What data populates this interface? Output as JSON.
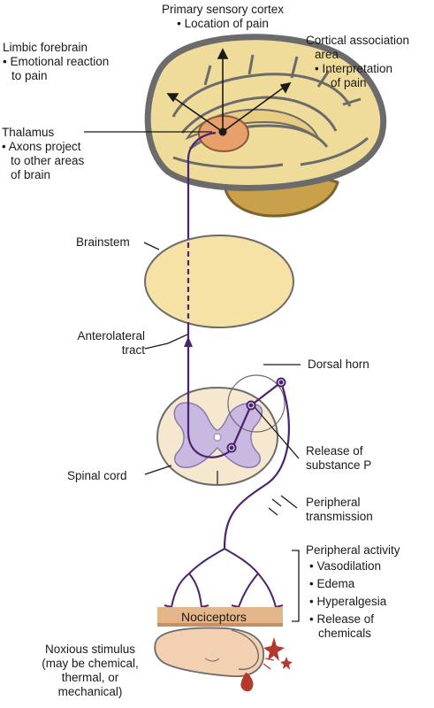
{
  "labels": {
    "primary_sensory": {
      "title": "Primary sensory cortex",
      "bullet": "• Location of pain"
    },
    "limbic": {
      "title": "Limbic forebrain",
      "bullet1": "• Emotional reaction",
      "bullet2": "to pain"
    },
    "cortical": {
      "title1": "Cortical association",
      "title2": "area",
      "bullet1": "• Interpretation",
      "bullet2": "of pain"
    },
    "thalamus": {
      "title": "Thalamus",
      "bullet1": "• Axons project",
      "bullet2": "to other areas",
      "bullet3": "of brain"
    },
    "brainstem": "Brainstem",
    "anterolateral": {
      "line1": "Anterolateral",
      "line2": "tract"
    },
    "dorsal_horn": "Dorsal horn",
    "substance_p": {
      "line1": "Release of",
      "line2": "substance P"
    },
    "spinal_cord": "Spinal cord",
    "peripheral_transmission": {
      "line1": "Peripheral",
      "line2": "transmission"
    },
    "peripheral_activity": {
      "title": "Peripheral activity",
      "items": [
        "• Vasodilation",
        "• Edema",
        "• Hyperalgesia",
        "• Release of",
        "chemicals"
      ]
    },
    "nociceptors": "Nociceptors",
    "noxious": {
      "line1": "Noxious stimulus",
      "line2": "(may be chemical,",
      "line3": "thermal, or",
      "line4": "mechanical)"
    }
  },
  "colors": {
    "brain_fill": "#efdb9a",
    "brain_outline": "#6b6b6b",
    "cerebellum": "#c9a14a",
    "thalamus": "#e7a06b",
    "nerve": "#4a2372",
    "gray_matter": "#c9b8e0",
    "cord_fill": "#f6e8cf",
    "skin": "#e3b68c",
    "blood": "#b5382c",
    "star": "#b5382c"
  }
}
